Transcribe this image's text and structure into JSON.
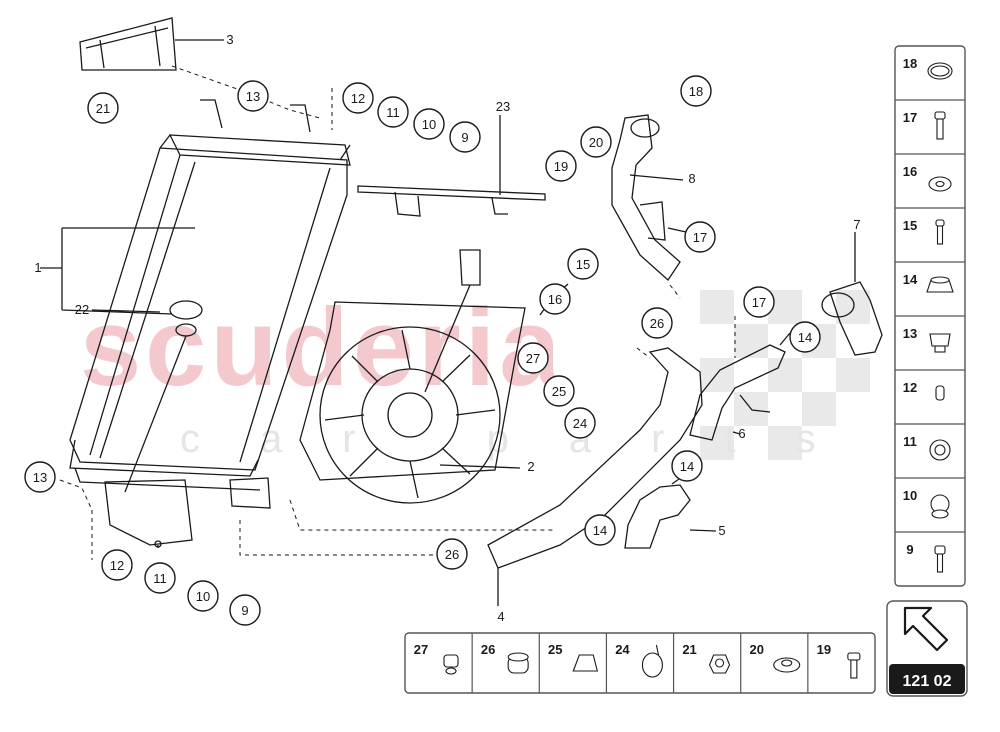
{
  "diagram": {
    "colors": {
      "line": "#1a1a1a",
      "watermark": "#f2c7cc",
      "checker": "#e6e6e6",
      "box_border": "#555555"
    },
    "watermark": {
      "main": "scuderia",
      "sub": "car parts"
    },
    "callouts": [
      {
        "id": "c21a",
        "text": "21"
      },
      {
        "id": "c13a",
        "text": "13"
      },
      {
        "id": "c12a",
        "text": "12"
      },
      {
        "id": "c11a",
        "text": "11"
      },
      {
        "id": "c10a",
        "text": "10"
      },
      {
        "id": "c9a",
        "text": "9"
      },
      {
        "id": "c18",
        "text": "18"
      },
      {
        "id": "c20",
        "text": "20"
      },
      {
        "id": "c19",
        "text": "19"
      },
      {
        "id": "c17a",
        "text": "17"
      },
      {
        "id": "c15",
        "text": "15"
      },
      {
        "id": "c16",
        "text": "16"
      },
      {
        "id": "c17b",
        "text": "17"
      },
      {
        "id": "c26a",
        "text": "26"
      },
      {
        "id": "c14a",
        "text": "14"
      },
      {
        "id": "c27",
        "text": "27"
      },
      {
        "id": "c25",
        "text": "25"
      },
      {
        "id": "c24",
        "text": "24"
      },
      {
        "id": "c14b",
        "text": "14"
      },
      {
        "id": "c14c",
        "text": "14"
      },
      {
        "id": "c26b",
        "text": "26"
      },
      {
        "id": "c13b",
        "text": "13"
      },
      {
        "id": "c12b",
        "text": "12"
      },
      {
        "id": "c11b",
        "text": "11"
      },
      {
        "id": "c10b",
        "text": "10"
      },
      {
        "id": "c9b",
        "text": "9"
      }
    ],
    "plain_labels": [
      {
        "id": "l3",
        "text": "3"
      },
      {
        "id": "l1",
        "text": "1"
      },
      {
        "id": "l22",
        "text": "22"
      },
      {
        "id": "l23",
        "text": "23"
      },
      {
        "id": "l8",
        "text": "8"
      },
      {
        "id": "l7",
        "text": "7"
      },
      {
        "id": "l6",
        "text": "6"
      },
      {
        "id": "l2",
        "text": "2"
      },
      {
        "id": "l5",
        "text": "5"
      },
      {
        "id": "l4",
        "text": "4"
      }
    ],
    "legend_right": [
      "18",
      "17",
      "16",
      "15",
      "14",
      "13",
      "12",
      "11",
      "10",
      "9"
    ],
    "legend_bottom": [
      "27",
      "26",
      "25",
      "24",
      "21",
      "20",
      "19"
    ],
    "page_code": "121 02",
    "nav_icon": "arrow-up-left-icon"
  }
}
